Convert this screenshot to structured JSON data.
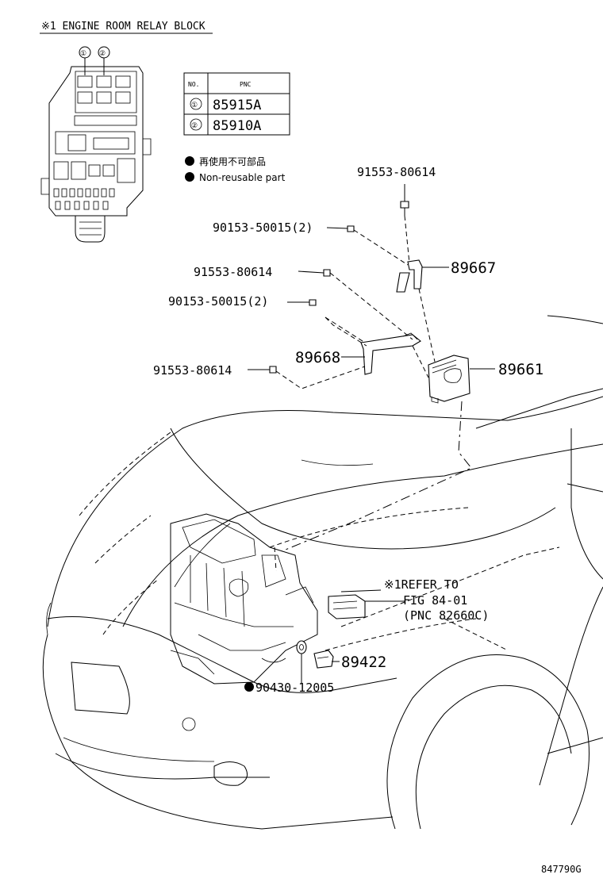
{
  "header": {
    "title": "※1 ENGINE ROOM RELAY BLOCK"
  },
  "relay_block": {
    "markers": [
      "①",
      "②"
    ]
  },
  "pnc_table": {
    "col_no": "NO.",
    "col_pnc": "PNC",
    "rows": [
      {
        "no": "①",
        "pnc": "85915A"
      },
      {
        "no": "②",
        "pnc": "85910A"
      }
    ]
  },
  "legend": {
    "japanese": "再使用不可部品",
    "english": "Non-reusable part"
  },
  "callouts": {
    "bolt_top": "91553-80614",
    "screw_1": "90153-50015(2)",
    "bracket_89667": "89667",
    "bolt_mid": "91553-80614",
    "screw_2": "90153-50015(2)",
    "bracket_89668": "89668",
    "bolt_low": "91553-80614",
    "ecu_89661": "89661",
    "refer_line1": "※1REFER TO",
    "refer_line2": "FIG 84-01",
    "refer_line3": "(PNC 82660C)",
    "sensor_89422": "89422",
    "gasket": "90430-12005"
  },
  "footer": {
    "figure_code": "847790G"
  }
}
